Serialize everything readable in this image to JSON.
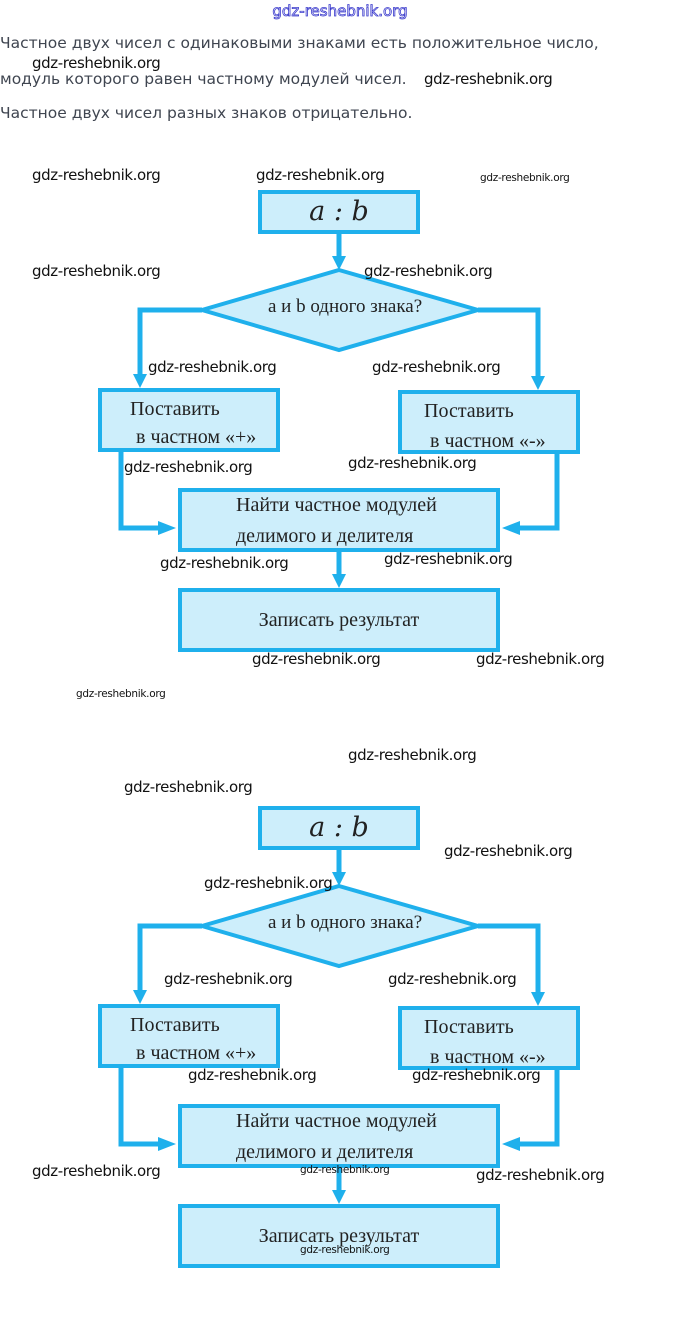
{
  "header": {
    "site": "gdz-reshebnik.org"
  },
  "rules": [
    "Частное двух чисел с одинаковыми знаками есть положительное число,",
    "модуль которого равен частному модулей чисел.",
    "Частное двух чисел разных знаков отрицательно."
  ],
  "watermark": "gdz-reshebnik.org",
  "flowchart": {
    "start": "a : b",
    "decision": "а и b одного знака?",
    "plus_line1": "Поставить",
    "plus_line2": "в частном «+»",
    "minus_line1": "Поставить",
    "minus_line2": "в частном «-»",
    "find_line1": "Найти частное модулей",
    "find_line2": "делимого и делителя",
    "write": "Записать результат"
  },
  "colors": {
    "box_fill": "#cdeefb",
    "box_border": "#1fb0ec",
    "text": "#222222",
    "header_link": "#3a3acc"
  }
}
